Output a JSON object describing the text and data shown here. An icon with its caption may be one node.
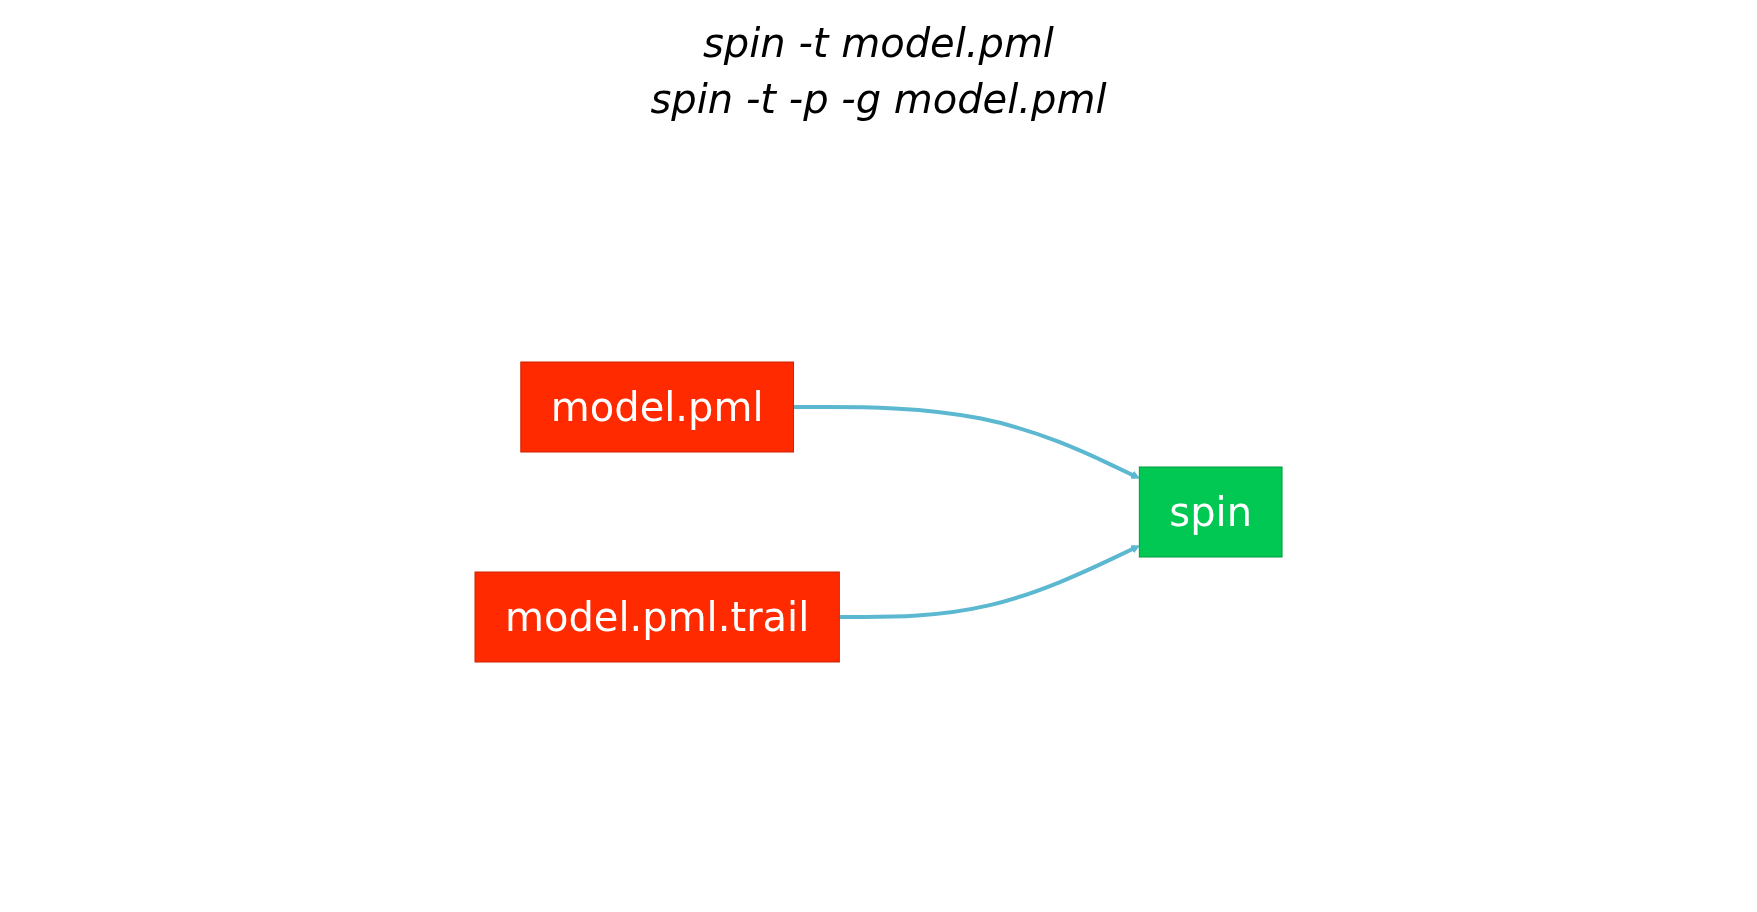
{
  "diagram": {
    "nodes": [
      {
        "text": [
          "model.pml"
        ]
      },
      {
        "text": [
          "spin"
        ]
      },
      {
        "text": [
          "model.pml.trail"
        ]
      }
    ],
    "edges": [
      {
        "from": 0,
        "to": 1,
        "arrow": "to"
      },
      {
        "from": 2,
        "to": 1,
        "arrow": "to"
      }
    ],
    "labels": [
      "spin -t model.pml",
      "spin -t -p -g model.pml"
    ]
  }
}
